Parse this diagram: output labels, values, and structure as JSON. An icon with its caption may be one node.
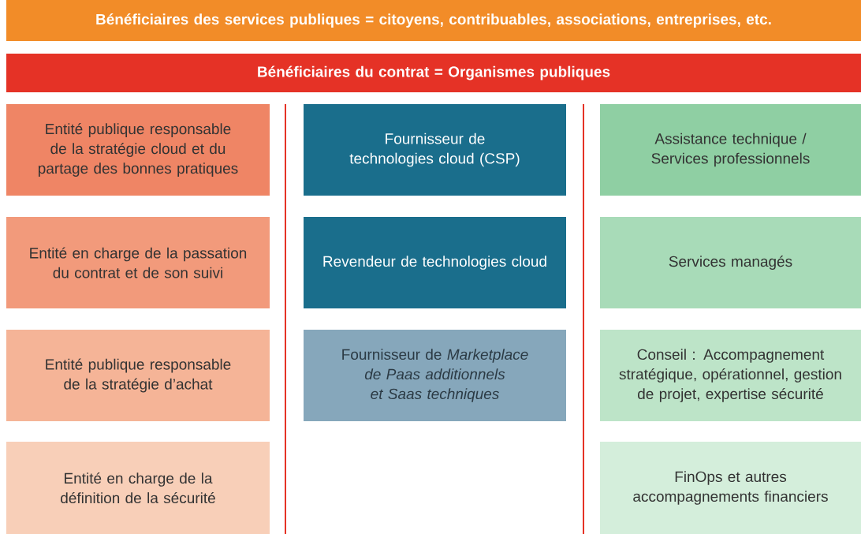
{
  "diagram": {
    "nodes": [
      {
        "text": [
          "Bénéficiaires des services publiques = citoyens, contribuables, associations, entreprises, etc."
        ]
      },
      {
        "text": [
          "Bénéficiaires du contrat = Organismes publiques"
        ]
      },
      {
        "text": [
          "Entité publique responsable de la stratégie cloud et du partage des bonnes pratiques"
        ]
      },
      {
        "text": [
          "Fournisseur de technologies cloud (CSP)"
        ]
      },
      {
        "text": [
          "Assistance technique / Services professionnels"
        ]
      },
      {
        "text": [
          "Entité en charge de la passation du contrat et de son suivi"
        ]
      },
      {
        "text": [
          "Revendeur de technologies cloud"
        ]
      },
      {
        "text": [
          "Services managés"
        ]
      },
      {
        "text": [
          "Entité publique responsable de la stratégie d’achat"
        ]
      },
      {
        "text": [
          "Fournisseur de *Marketplace de Paas additionnels et Saas techniques*"
        ]
      },
      {
        "text": [
          "Conseil : Accompagnement stratégique, opérationnel, gestion de projet, expertise sécurité"
        ]
      },
      {
        "text": [
          "Entité en charge de la définition de la sécurité"
        ]
      },
      {
        "text": [
          "FinOps et autres accompagnements financiers"
        ]
      }
    ]
  }
}
